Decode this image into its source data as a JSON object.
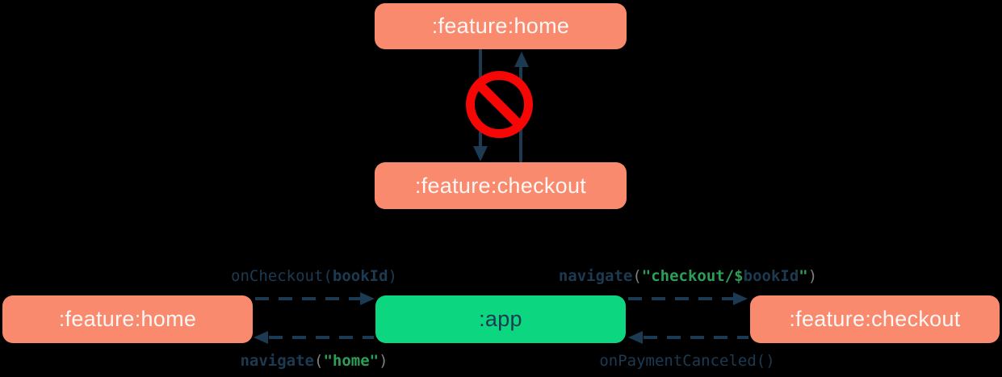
{
  "palette": {
    "salmon": "#FA8A6D",
    "app_green": "#0CD67F",
    "navy": "#1C3A52",
    "red": "#F70606",
    "box_text_white": "#FEF7F5",
    "code_green": "#2E9E57",
    "code_gray": "#7F7F7F"
  },
  "top_diagram": {
    "home_box": ":feature:home",
    "checkout_box": ":feature:checkout",
    "forbidden_icon": "no-entry-icon"
  },
  "bottom_diagram": {
    "home_box": ":feature:home",
    "app_box": ":app",
    "checkout_box": ":feature:checkout",
    "labels": {
      "on_checkout": [
        {
          "text": "onCheckout(",
          "color": "navy"
        },
        {
          "text": "bookId",
          "color": "navy",
          "bold": true
        },
        {
          "text": ")",
          "color": "navy"
        }
      ],
      "navigate_checkout": [
        {
          "text": "navigate",
          "color": "navy",
          "bold": true
        },
        {
          "text": "(",
          "color": "code_gray"
        },
        {
          "text": "\"checkout/$",
          "color": "code_green",
          "bold": true
        },
        {
          "text": "bookId",
          "color": "navy",
          "bold": true
        },
        {
          "text": "\"",
          "color": "code_green",
          "bold": true
        },
        {
          "text": ")",
          "color": "code_gray"
        }
      ],
      "navigate_home": [
        {
          "text": "navigate",
          "color": "navy",
          "bold": true
        },
        {
          "text": "(",
          "color": "code_gray"
        },
        {
          "text": "\"home\"",
          "color": "code_green",
          "bold": true
        },
        {
          "text": ")",
          "color": "code_gray"
        }
      ],
      "on_payment_canceled": [
        {
          "text": "onPaymentCanceled()",
          "color": "navy"
        }
      ]
    }
  }
}
